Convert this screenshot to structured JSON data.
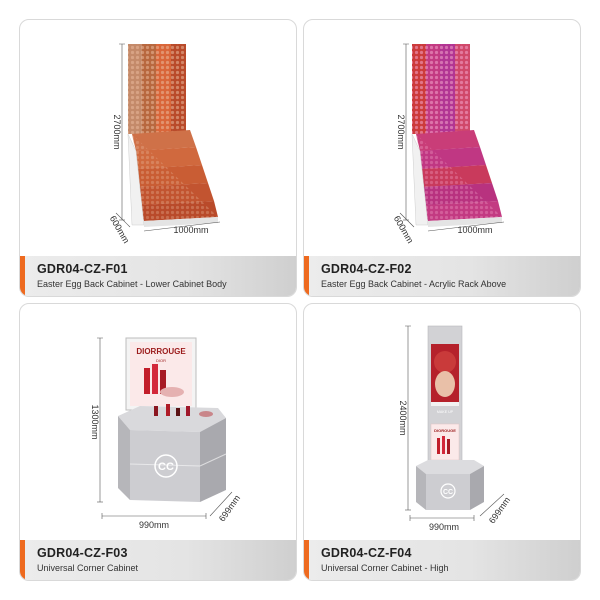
{
  "products": [
    {
      "code": "GDR04-CZ-F01",
      "description": "Easter Egg Back Cabinet - Lower Cabinet Body",
      "dimensions": {
        "height": "2700mm",
        "width": "1000mm",
        "depth": "600mm"
      },
      "palette": {
        "stripe_a": "#c9865c",
        "stripe_b": "#b8683f",
        "stripe_c": "#d9663a",
        "stripe_d": "#b94a2a"
      }
    },
    {
      "code": "GDR04-CZ-F02",
      "description": "Easter Egg Back Cabinet - Acrylic Rack Above",
      "dimensions": {
        "height": "2700mm",
        "width": "1000mm",
        "depth": "600mm"
      },
      "palette": {
        "stripe_a": "#cc3b3b",
        "stripe_b": "#c33a82",
        "stripe_c": "#b23593",
        "stripe_d": "#d0486a"
      }
    },
    {
      "code": "GDR04-CZ-F03",
      "description": "Universal Corner Cabinet",
      "dimensions": {
        "height": "1300mm",
        "width": "990mm",
        "depth": "699mm"
      },
      "poster": {
        "brand": "DIORROUGE",
        "tagline": "DIOR"
      }
    },
    {
      "code": "GDR04-CZ-F04",
      "description": "Universal Corner Cabinet - High",
      "dimensions": {
        "height": "2400mm",
        "width": "990mm",
        "depth": "699mm"
      },
      "poster": {
        "brand": "DIOROUGE",
        "makeup": "MAKE UP"
      }
    }
  ],
  "colors": {
    "accent": "#ee6a1f",
    "cabinet": "#c9c9cc",
    "cabinet_dark": "#9c9ca1"
  }
}
